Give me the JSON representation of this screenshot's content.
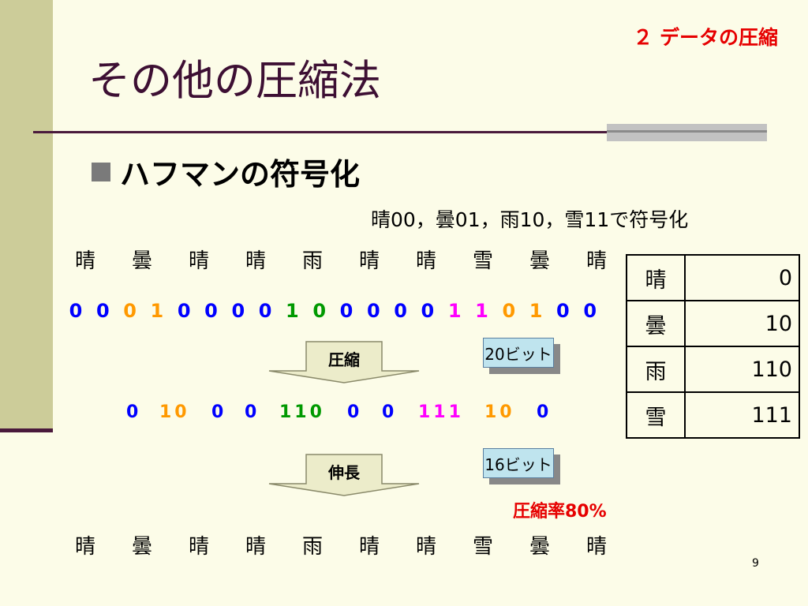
{
  "section_label": "２ データの圧縮",
  "page_title": "その他の圧縮法",
  "bullet": "ハフマンの符号化",
  "mapping_note": "晴00，曇01，雨10，雪11で符号化",
  "original_symbols": [
    "晴",
    "曇",
    "晴",
    "晴",
    "雨",
    "晴",
    "晴",
    "雪",
    "曇",
    "晴"
  ],
  "fixed_bits": [
    "0",
    "0",
    "0",
    "1",
    "0",
    "0",
    "0",
    "0",
    "1",
    "0",
    "0",
    "0",
    "0",
    "0",
    "1",
    "1",
    "0",
    "1",
    "0",
    "0"
  ],
  "huffman_codes": [
    "0",
    "10",
    "0",
    "0",
    "110",
    "0",
    "0",
    "111",
    "10",
    "0"
  ],
  "decoded_symbols": [
    "晴",
    "曇",
    "晴",
    "晴",
    "雨",
    "晴",
    "晴",
    "雪",
    "曇",
    "晴"
  ],
  "compress_label": "圧縮",
  "expand_label": "伸長",
  "bits_before": "20ビット",
  "bits_after": "16ビット",
  "compression_ratio": "圧縮率80%",
  "code_table": [
    {
      "symbol": "晴",
      "code": "0"
    },
    {
      "symbol": "曇",
      "code": "10"
    },
    {
      "symbol": "雨",
      "code": "110"
    },
    {
      "symbol": "雪",
      "code": "111"
    }
  ],
  "slide_number": "9",
  "colors": {
    "sunny": "#0000ff",
    "cloudy": "#ff9900",
    "rain": "#009900",
    "snow": "#ff00ff",
    "title": "#3d0f33",
    "accent": "#e60000"
  }
}
